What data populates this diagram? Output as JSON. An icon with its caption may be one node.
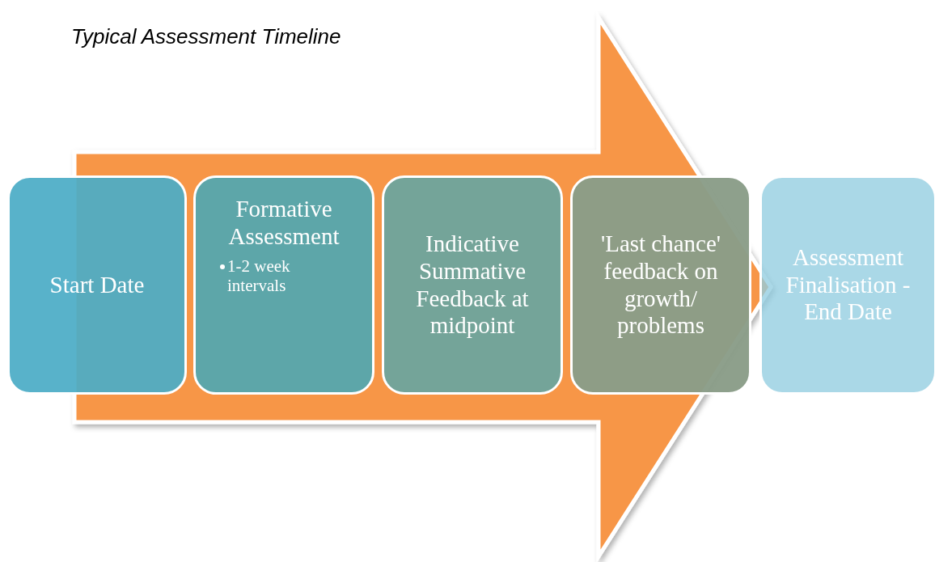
{
  "diagram": {
    "title": "Typical Assessment Timeline",
    "nodes": [
      {
        "text": [
          "Start Date"
        ]
      },
      {
        "text": [
          "Formative Assessment",
          "1-2 week intervals"
        ]
      },
      {
        "text": [
          "Indicative Summative Feedback at midpoint"
        ]
      },
      {
        "text": [
          "'Last chance' feedback on growth/ problems"
        ]
      },
      {
        "text": [
          "Assessment Finalisation - End Date"
        ]
      }
    ],
    "edges": [
      {
        "from": 0,
        "to": 4,
        "arrow": "to",
        "style": "thick"
      }
    ]
  }
}
